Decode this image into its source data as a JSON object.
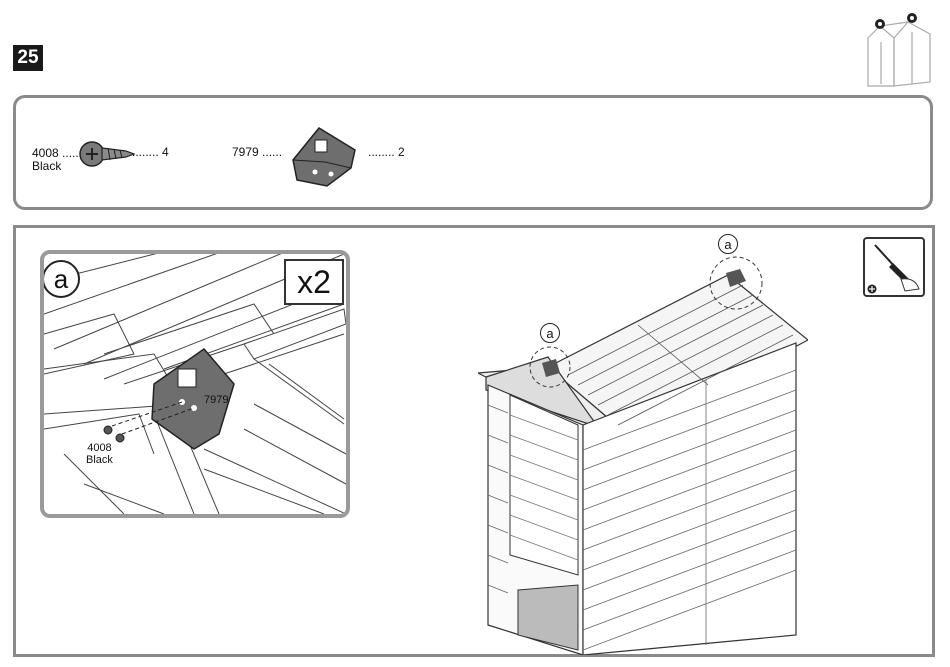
{
  "step": {
    "number": "25"
  },
  "parts": [
    {
      "code": "4008",
      "dots": "......",
      "color": "Black",
      "qty_dots": "........",
      "qty": "4",
      "icon": "screw-icon"
    },
    {
      "code": "7979",
      "dots": "......",
      "qty_dots": "........",
      "qty": "2",
      "icon": "ridge-cap-icon"
    }
  ],
  "detail": {
    "callout": "a",
    "multiplier": "x2",
    "part_label": "7979",
    "screw_code": "4008",
    "screw_color": "Black"
  },
  "main": {
    "callout_top": "a",
    "callout_left": "a"
  },
  "tool": {
    "icon": "screwdriver-icon"
  },
  "colors": {
    "badge": "#1a1a1a",
    "frame": "#8a8a8a",
    "part_fill": "#6e6e6e"
  }
}
